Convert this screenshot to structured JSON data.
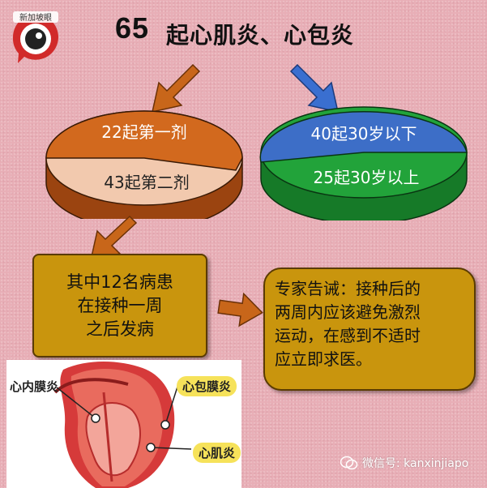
{
  "title": {
    "count": "65",
    "text": "起心肌炎、心包炎"
  },
  "logo": {
    "text": "新加坡眼"
  },
  "pie_left": {
    "slices": [
      {
        "label": "22起第一剂",
        "value": 22,
        "color": "#d2691e"
      },
      {
        "label": "43起第二剂",
        "value": 43,
        "color": "#f2c9ae"
      }
    ]
  },
  "pie_right": {
    "slices": [
      {
        "label": "40起30岁以下",
        "value": 40,
        "color": "#3d6ec7"
      },
      {
        "label": "25起30岁以上",
        "value": 25,
        "color": "#22a33a"
      }
    ]
  },
  "box_left": {
    "lines": [
      "其中12名病患",
      "在接种一周",
      "之后发病"
    ]
  },
  "box_right": {
    "lines": [
      "专家告诫：接种后的",
      "两周内应该避免激烈",
      "运动，在感到不适时",
      "应立即求医。"
    ]
  },
  "heart": {
    "label_endocarditis": "心内膜炎",
    "label_pericarditis": "心包膜炎",
    "label_myocarditis": "心肌炎"
  },
  "watermark": {
    "text": "微信号: kanxinjiapo"
  },
  "colors": {
    "arrow": "#c8661a",
    "arrow_blue": "#3a6fd0",
    "box": "#c9950d"
  }
}
